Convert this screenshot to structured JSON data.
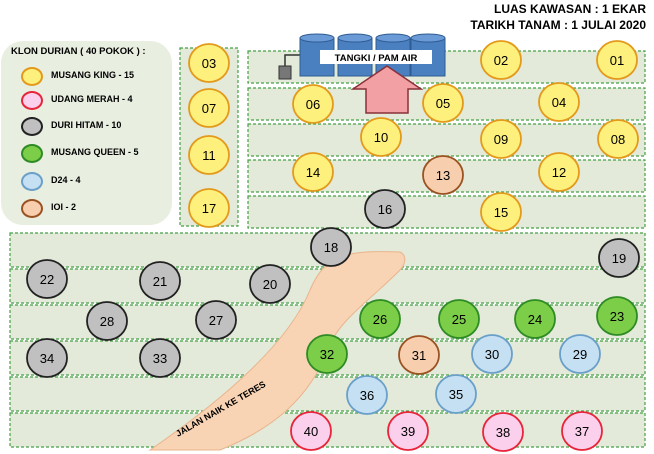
{
  "header": {
    "area": "LUAS KAWASAN : 1 EKAR",
    "planted": "TARIKH TANAM : 1 JULAI 2020"
  },
  "legend": {
    "title": "KLON DURIAN ( 40 POKOK ) :",
    "items": [
      {
        "key": "mk",
        "label": "MUSANG KING - 15",
        "fill": "#fdf07c",
        "stroke": "#e39a1c"
      },
      {
        "key": "um",
        "label": "UDANG MERAH - 4",
        "fill": "#fbd0ec",
        "stroke": "#e8243a"
      },
      {
        "key": "dh",
        "label": "DURI HITAM - 10",
        "fill": "#c0c0c0",
        "stroke": "#222222"
      },
      {
        "key": "mq",
        "label": "MUSANG QUEEN - 5",
        "fill": "#7ccd47",
        "stroke": "#2e8b25"
      },
      {
        "key": "d24",
        "label": "D24 - 4",
        "fill": "#c6e0f3",
        "stroke": "#6a9fc8"
      },
      {
        "key": "ioi",
        "label": "IOI - 2",
        "fill": "#f8cfae",
        "stroke": "#9a5222"
      }
    ]
  },
  "labels": {
    "tank": "TANGKI / PAM AIR",
    "road": "JALAN NAIK KE TERES"
  },
  "trees": [
    {
      "label": "01",
      "clone": "mk"
    },
    {
      "label": "02",
      "clone": "mk"
    },
    {
      "label": "03",
      "clone": "mk"
    },
    {
      "label": "04",
      "clone": "mk"
    },
    {
      "label": "05",
      "clone": "mk"
    },
    {
      "label": "06",
      "clone": "mk"
    },
    {
      "label": "07",
      "clone": "mk"
    },
    {
      "label": "08",
      "clone": "mk"
    },
    {
      "label": "09",
      "clone": "mk"
    },
    {
      "label": "10",
      "clone": "mk"
    },
    {
      "label": "11",
      "clone": "mk"
    },
    {
      "label": "12",
      "clone": "mk"
    },
    {
      "label": "13",
      "clone": "ioi"
    },
    {
      "label": "14",
      "clone": "mk"
    },
    {
      "label": "15",
      "clone": "mk"
    },
    {
      "label": "16",
      "clone": "dh"
    },
    {
      "label": "17",
      "clone": "mk"
    },
    {
      "label": "18",
      "clone": "dh"
    },
    {
      "label": "19",
      "clone": "dh"
    },
    {
      "label": "20",
      "clone": "dh"
    },
    {
      "label": "21",
      "clone": "dh"
    },
    {
      "label": "22",
      "clone": "dh"
    },
    {
      "label": "23",
      "clone": "mq"
    },
    {
      "label": "24",
      "clone": "mq"
    },
    {
      "label": "25",
      "clone": "mq"
    },
    {
      "label": "26",
      "clone": "mq"
    },
    {
      "label": "27",
      "clone": "dh"
    },
    {
      "label": "28",
      "clone": "dh"
    },
    {
      "label": "29",
      "clone": "d24"
    },
    {
      "label": "30",
      "clone": "d24"
    },
    {
      "label": "31",
      "clone": "ioi"
    },
    {
      "label": "32",
      "clone": "mq"
    },
    {
      "label": "33",
      "clone": "dh"
    },
    {
      "label": "34",
      "clone": "dh"
    },
    {
      "label": "35",
      "clone": "d24"
    },
    {
      "label": "36",
      "clone": "d24"
    },
    {
      "label": "37",
      "clone": "um"
    },
    {
      "label": "38",
      "clone": "um"
    },
    {
      "label": "39",
      "clone": "um"
    },
    {
      "label": "40",
      "clone": "um"
    }
  ],
  "colors": {
    "terrace_fill": "#e3ead9",
    "terrace_border": "#46a046",
    "road_fill": "#f8d4b4",
    "tank_fill": "#4a7fc0",
    "pump_fill": "#f2a0a4"
  }
}
